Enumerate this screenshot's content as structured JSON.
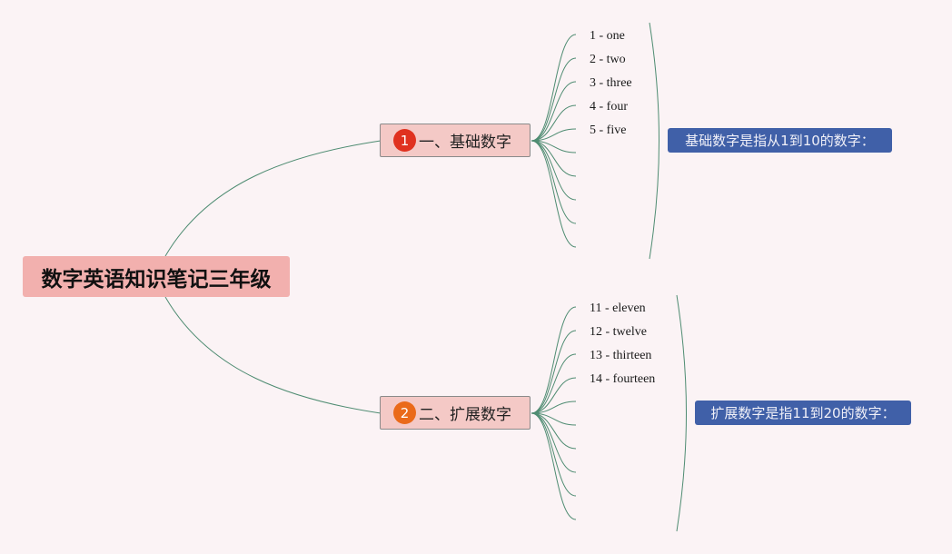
{
  "root": {
    "title": "数字英语知识笔记三年级"
  },
  "branches": [
    {
      "number": "1",
      "label": "一、基础数字",
      "leaves": [
        "1 - one",
        "2 - two",
        "3 - three",
        "4 - four",
        "5 - five",
        "",
        "",
        "",
        "",
        ""
      ],
      "summary": "基础数字是指从1到10的数字："
    },
    {
      "number": "2",
      "label": "二、扩展数字",
      "leaves": [
        "11 - eleven",
        "12 - twelve",
        "13 - thirteen",
        "14 - fourteen",
        "",
        "",
        "",
        "",
        "",
        ""
      ],
      "summary": "扩展数字是指11到20的数字："
    }
  ],
  "colors": {
    "background": "#fbf3f5",
    "root_fill": "#f2b0ae",
    "branch_fill": "#f4c9c6",
    "badge_1": "#e0311f",
    "badge_2": "#ea6a1a",
    "connector": "#4f8c72",
    "summary_fill": "#4060a8"
  }
}
